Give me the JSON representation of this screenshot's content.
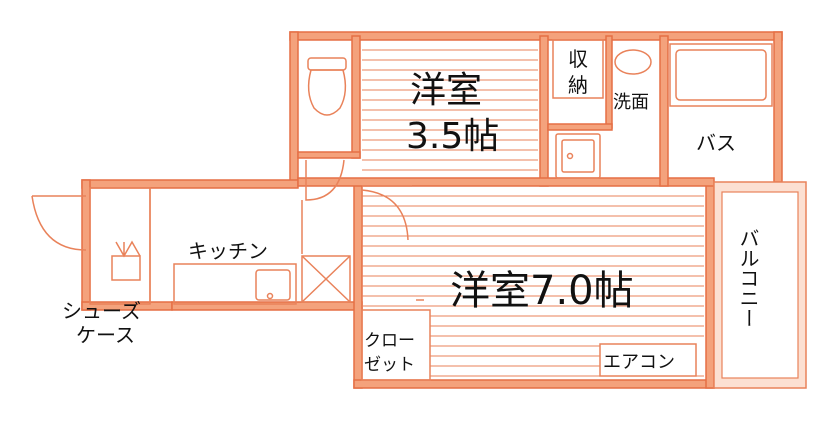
{
  "colors": {
    "wall": "#f4a27c",
    "wall_stroke": "#e56f45",
    "line": "#e9825a",
    "text": "#111111",
    "background": "#ffffff"
  },
  "rooms": {
    "western_small_title": "洋室",
    "western_small_size": "3.5帖",
    "storage_line1": "収",
    "storage_line2": "納",
    "washroom": "洗面",
    "bath": "バス",
    "kitchen": "キッチン",
    "shoe_case_line1": "シューズ",
    "shoe_case_line2": "ケース",
    "western_large": "洋室7.0帖",
    "closet_line1": "クロー",
    "closet_line2": "ゼット",
    "aircon": "エアコン",
    "balcony": "バルコニー"
  },
  "icons": [
    "toilet-icon",
    "washbasin-icon",
    "bathtub-icon",
    "sink-icon",
    "stove-icon",
    "washer-pan-icon",
    "shoe-case-icon"
  ]
}
